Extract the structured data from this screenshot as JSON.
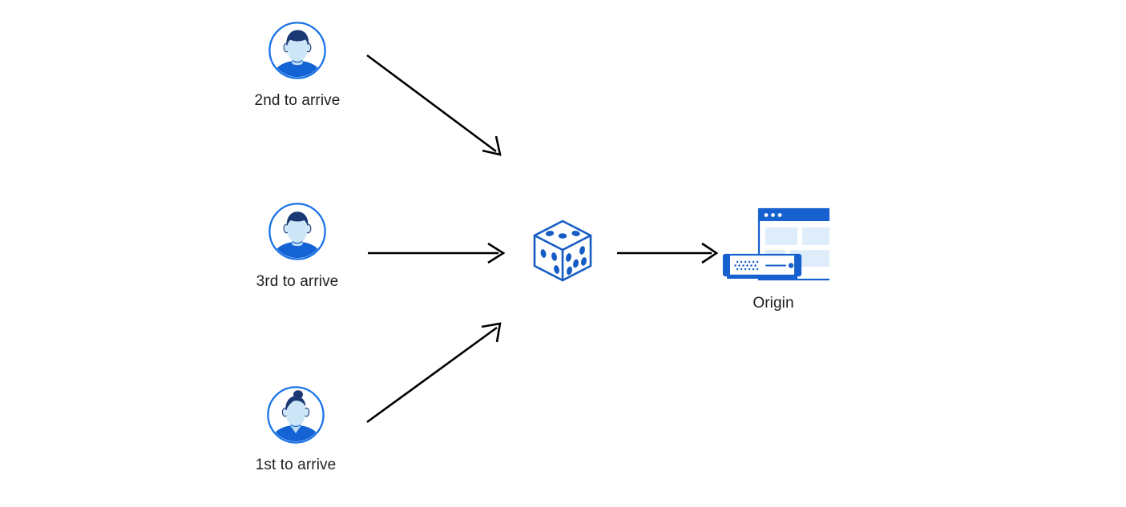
{
  "diagram": {
    "type": "flow-diagram",
    "background_color": "#ffffff",
    "arrow_color": "#000000",
    "accent_colors": {
      "brand_blue": "#1565d8",
      "ring_blue": "#1a73e8",
      "deep_navy": "#1b3a75",
      "shirt_blue": "#1463d4",
      "face_light": "#cfe4f5",
      "panel_light": "#e3eefb",
      "header_blue": "#1660cf",
      "dice_blue": "#155cc4",
      "text_dark": "#202124"
    },
    "nodes": [
      {
        "id": "client-2nd",
        "kind": "user-avatar",
        "icon": "user-avatar-short-hair-icon",
        "label": "2nd to arrive"
      },
      {
        "id": "client-3rd",
        "kind": "user-avatar",
        "icon": "user-avatar-short-hair-icon",
        "label": "3rd to arrive"
      },
      {
        "id": "client-1st",
        "kind": "user-avatar",
        "icon": "user-avatar-bun-hair-icon",
        "label": "1st to arrive"
      },
      {
        "id": "randomizer",
        "kind": "dice",
        "icon": "dice-icon",
        "label": "",
        "faces": {
          "top_pips": 3,
          "left_pips": 3,
          "right_pips": 5
        }
      },
      {
        "id": "origin",
        "kind": "origin-server",
        "icon": "browser-window-with-server-icon",
        "label": "Origin"
      }
    ],
    "edges": [
      {
        "id": "edge-2nd-to-dice",
        "from": "client-2nd",
        "to": "randomizer",
        "style": "solid-arrow",
        "direction": "down-right"
      },
      {
        "id": "edge-3rd-to-dice",
        "from": "client-3rd",
        "to": "randomizer",
        "style": "solid-arrow",
        "direction": "right"
      },
      {
        "id": "edge-1st-to-dice",
        "from": "client-1st",
        "to": "randomizer",
        "style": "solid-arrow",
        "direction": "up-right"
      },
      {
        "id": "edge-dice-to-origin",
        "from": "randomizer",
        "to": "origin",
        "style": "solid-arrow",
        "direction": "right"
      }
    ]
  }
}
